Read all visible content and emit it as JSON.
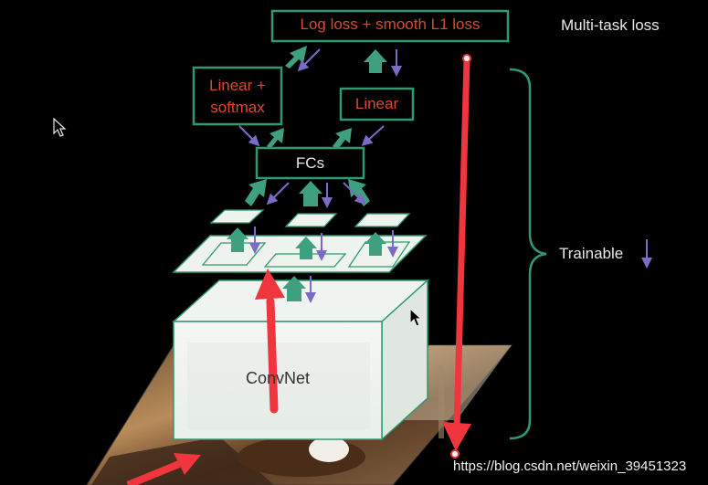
{
  "diagram": {
    "loss_box": "Log loss + smooth L1 loss",
    "multitask_label": "Multi-task loss",
    "linear_softmax_line1": "Linear +",
    "linear_softmax_line2": "softmax",
    "linear_box": "Linear",
    "fcs_box": "FCs",
    "trainable_label": "Trainable",
    "convnet_label": "ConvNet",
    "watermark": "https://blog.csdn.net/weixin_39451323"
  },
  "colors": {
    "background": "#000000",
    "box_border": "#2e9a70",
    "box_text_red": "#d9482e",
    "box_fill": "#000000",
    "up_arrow": "#3fa07f",
    "down_arrow": "#7b6bc7",
    "annotation_red": "#f0353f",
    "label_white": "#e8e8e8",
    "layer_fill": "#eef3ee"
  },
  "icons": {
    "cursor_left": "mouse-cursor-icon",
    "cursor_right": "mouse-cursor-icon"
  }
}
